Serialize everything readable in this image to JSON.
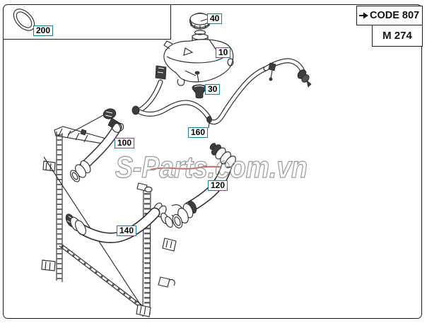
{
  "header": {
    "code_label": "CODE 807",
    "model_label": "M 274"
  },
  "callouts": {
    "c200": "200",
    "c40": "40",
    "c10": "10",
    "c30": "30",
    "c160": "160",
    "c100": "100",
    "c120": "120",
    "c140": "140"
  },
  "watermark": {
    "text": "S-Parts.com.vn"
  },
  "colors": {
    "callout_border": "#2179a0",
    "watermark": "#9a9a9a",
    "watermark_accent": "#c0453f"
  }
}
